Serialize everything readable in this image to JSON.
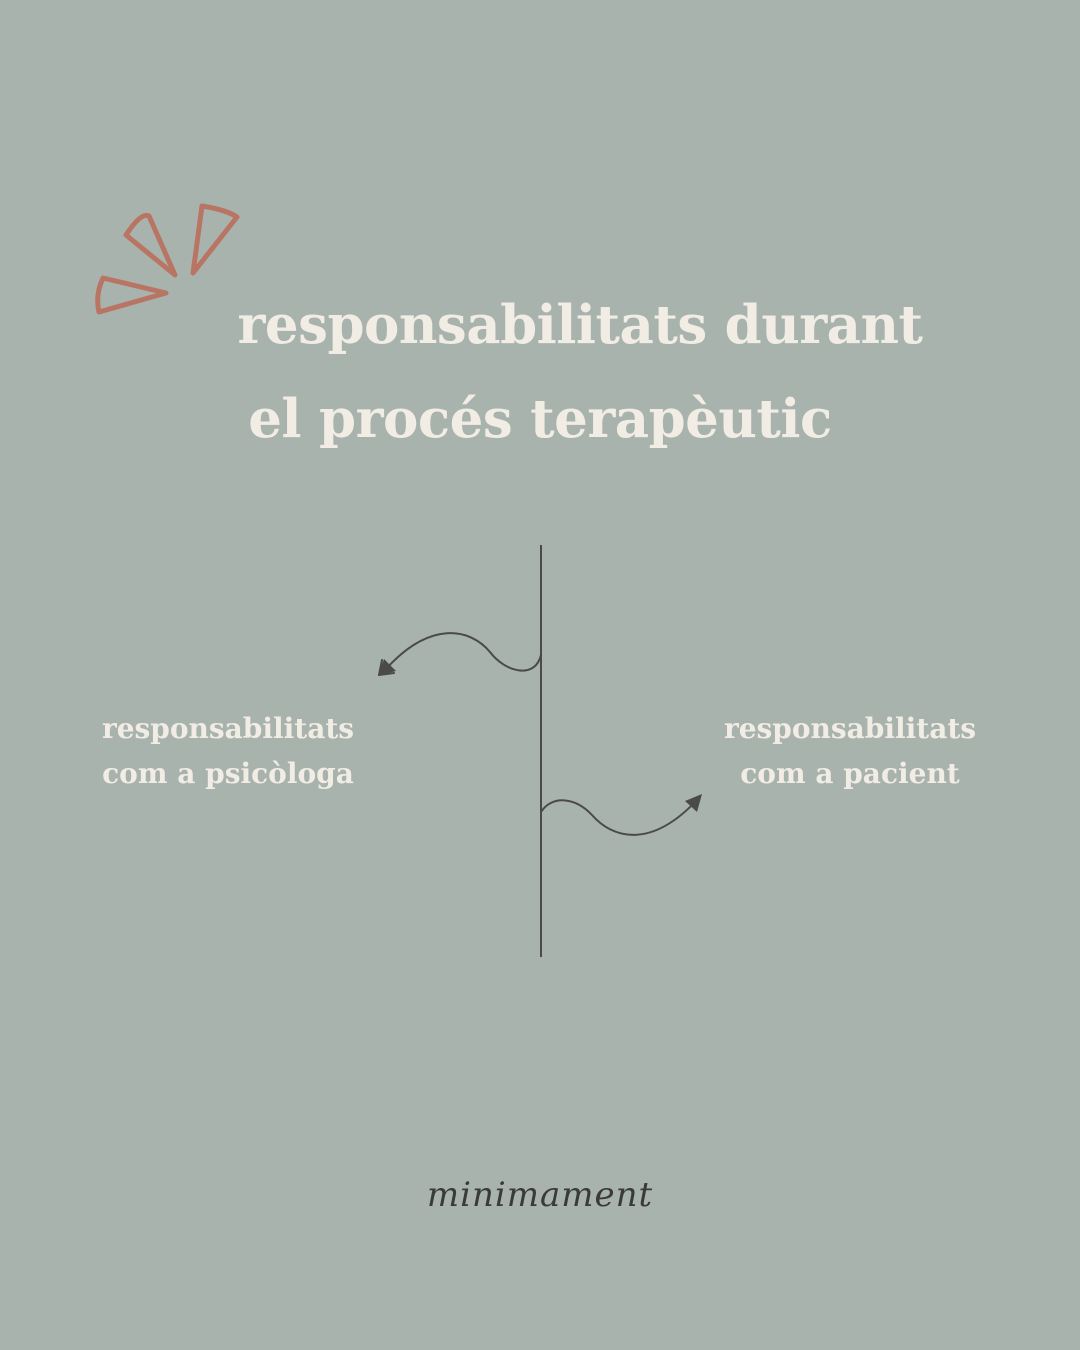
{
  "title": {
    "line1": "responsabilitats durant",
    "line2": "el procés terapèutic"
  },
  "left_label": {
    "line1": "responsabilitats",
    "line2": "com a psicòloga"
  },
  "right_label": {
    "line1": "responsabilitats",
    "line2": "com a pacient"
  },
  "logo": {
    "text": "minimament"
  },
  "colors": {
    "background": "#a9b3ae",
    "text_light": "#f1ece4",
    "accent_burst": "#b87563",
    "line_dark": "#4a4a4a"
  },
  "icons": {
    "burst": "sparkle-burst-icon",
    "left_arrow": "curved-arrow-left-icon",
    "right_arrow": "curved-arrow-right-icon"
  }
}
